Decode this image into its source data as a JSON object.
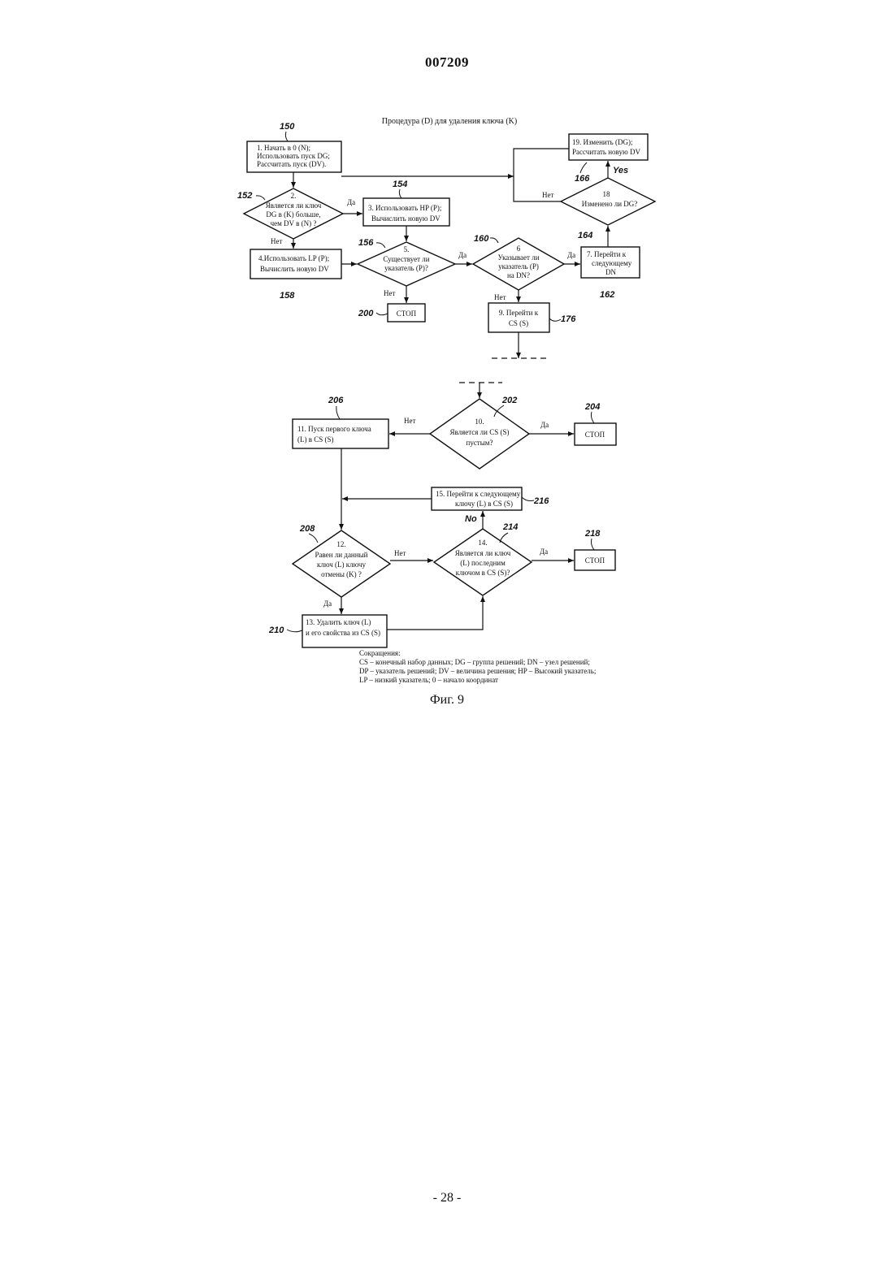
{
  "header": {
    "doc_id": "007209"
  },
  "figure": {
    "title": "Процедура (D) для удаления ключа (K)",
    "caption": "Фиг. 9",
    "nodes": {
      "n1": {
        "lines": [
          "1.  Начать в 0  (N);",
          "Использовать пуск DG;",
          "Рассчитать пуск (DV)."
        ],
        "ref": "150"
      },
      "n2": {
        "lines": [
          "2.",
          "Является ли ключ",
          "DG в (K) больше,",
          "чем DV в (N) ?"
        ],
        "ref": "152"
      },
      "n3": {
        "lines": [
          "3. Использовать HP (P);",
          "Вычислить новую DV"
        ],
        "ref": "154"
      },
      "n4": {
        "lines": [
          "4.Использовать LP (P);",
          "Вычислить новую DV"
        ],
        "ref": "158"
      },
      "n5": {
        "lines": [
          "5.",
          "Существует ли",
          "указатель (P)?"
        ],
        "ref": "156"
      },
      "n6": {
        "lines": [
          "6",
          "Указывает ли",
          "указатель (P)",
          "на DN?"
        ],
        "ref": "160"
      },
      "n7": {
        "lines": [
          "7. Перейти к",
          "следующему",
          "DN"
        ],
        "ref": "162"
      },
      "n9": {
        "lines": [
          "9. Перейти к",
          "CS (S)"
        ],
        "ref": "176"
      },
      "n18": {
        "lines": [
          "18",
          "Изменено ли DG?"
        ],
        "ref": "164"
      },
      "n19": {
        "lines": [
          "19. Изменить (DG);",
          "Рассчитать новую DV"
        ],
        "ref": "166"
      },
      "stop200": {
        "lines": [
          "СТОП"
        ],
        "ref": "200"
      },
      "n10": {
        "lines": [
          "10.",
          "Является ли CS (S)",
          "пустым?"
        ],
        "ref": "202"
      },
      "n11": {
        "lines": [
          "11. Пуск первого ключа",
          "(L) в CS (S)"
        ],
        "ref": "206"
      },
      "stop204": {
        "lines": [
          "СТОП"
        ],
        "ref": "204"
      },
      "n12": {
        "lines": [
          "12.",
          "Равен ли данный",
          "ключ (L) ключу",
          "отмены (K) ?"
        ],
        "ref": "208"
      },
      "n13": {
        "lines": [
          "13. Удалить ключ (L)",
          "и его свойства из CS (S)"
        ],
        "ref": "210"
      },
      "n14": {
        "lines": [
          "14.",
          "Является ли ключ",
          "(L) последним",
          "ключом в CS (S)?"
        ],
        "ref": "214"
      },
      "n15": {
        "lines": [
          "15. Перейти к следующему",
          "ключу (L) в CS (S)"
        ],
        "ref": "216"
      },
      "stop218": {
        "lines": [
          "СТОП"
        ],
        "ref": "218"
      }
    },
    "edge_labels": {
      "yes": "Да",
      "no": "Нет",
      "yes_en": "Yes",
      "no_en": "No"
    }
  },
  "abbreviations": {
    "heading": "Сокращения:",
    "lines": [
      "CS – конечный набор данных; DG – группа решений; DN – узел решений;",
      "DP – указатель решений; DV – величина решения; HP – Высокий указатель;",
      "LP – низкий указатель; 0 – начало координат"
    ]
  },
  "footer": {
    "page": "- 28 -"
  }
}
